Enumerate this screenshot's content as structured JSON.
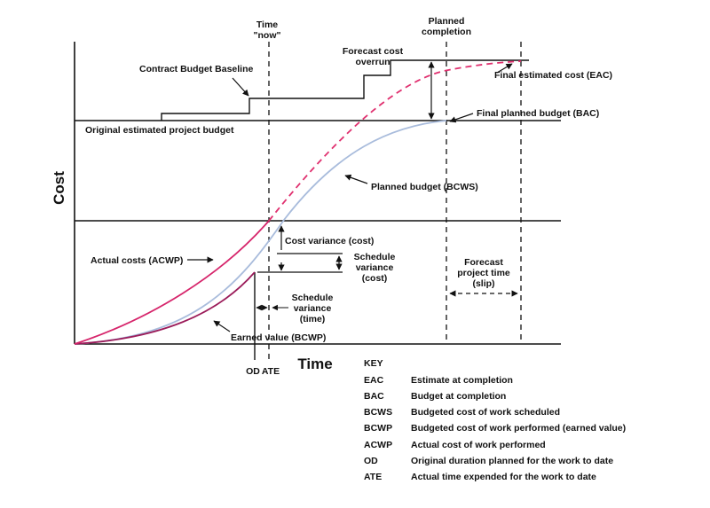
{
  "colors": {
    "ink": "#111111",
    "actual_cost": "#d6256b",
    "earned_value": "#9b1c5a",
    "planned_budget": "#a9bcdc",
    "forecast": "#e0306f"
  },
  "labels": {
    "time_now_line1": "Time",
    "time_now_line2": "\"now\"",
    "planned_completion_line1": "Planned",
    "planned_completion_line2": "completion",
    "forecast_overrun_line1": "Forecast cost",
    "forecast_overrun_line2": "overrun",
    "contract_baseline": "Contract Budget Baseline",
    "eac": "Final estimated cost (EAC)",
    "bac": "Final planned budget (BAC)",
    "original_budget": "Original estimated project budget",
    "bcws": "Planned budget (BCWS)",
    "acwp": "Actual costs (ACWP)",
    "cost_variance": "Cost variance (cost)",
    "schedule_variance_cost_1": "Schedule",
    "schedule_variance_cost_2": "variance",
    "schedule_variance_cost_3": "(cost)",
    "schedule_variance_time_1": "Schedule",
    "schedule_variance_time_2": "variance",
    "schedule_variance_time_3": "(time)",
    "forecast_time_1": "Forecast",
    "forecast_time_2": "project time",
    "forecast_time_3": "(slip)",
    "bcwp": "Earned value (BCWP)",
    "od": "OD",
    "ate": "ATE",
    "y_axis": "Cost",
    "x_axis": "Time"
  },
  "key": {
    "title": "KEY",
    "items": [
      {
        "abbr": "EAC",
        "text": "Estimate at completion"
      },
      {
        "abbr": "BAC",
        "text": "Budget at completion"
      },
      {
        "abbr": "BCWS",
        "text": "Budgeted cost of work scheduled"
      },
      {
        "abbr": "BCWP",
        "text": "Budgeted cost of work performed (earned value)"
      },
      {
        "abbr": "ACWP",
        "text": "Actual cost of work performed"
      },
      {
        "abbr": "OD",
        "text": "Original duration planned for the work to date"
      },
      {
        "abbr": "ATE",
        "text": "Actual time expended for the work to date"
      }
    ]
  }
}
